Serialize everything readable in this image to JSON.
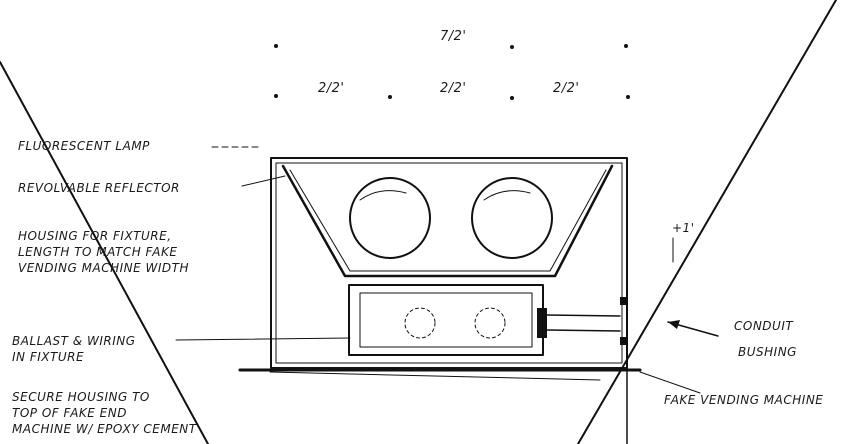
{
  "dimensions": {
    "overall": "7/2'",
    "segments": [
      "2/2'",
      "2/2'",
      "2/2'"
    ]
  },
  "labels": {
    "fluorescent_lamp": "FLUORESCENT LAMP",
    "reflector": "REVOLVABLE REFLECTOR",
    "housing_1": "HOUSING FOR FIXTURE,",
    "housing_2": "LENGTH TO MATCH FAKE",
    "housing_3": "VENDING MACHINE WIDTH",
    "ballast_1": "BALLAST & WIRING",
    "ballast_2": "IN FIXTURE",
    "secure_1": "SECURE HOUSING TO",
    "secure_2": "TOP OF FAKE END",
    "secure_3": "MACHINE W/ EPOXY CEMENT",
    "conduit_1": "CONDUIT",
    "conduit_2": "BUSHING",
    "vending": "FAKE VENDING MACHINE",
    "side_note": "+1'"
  }
}
